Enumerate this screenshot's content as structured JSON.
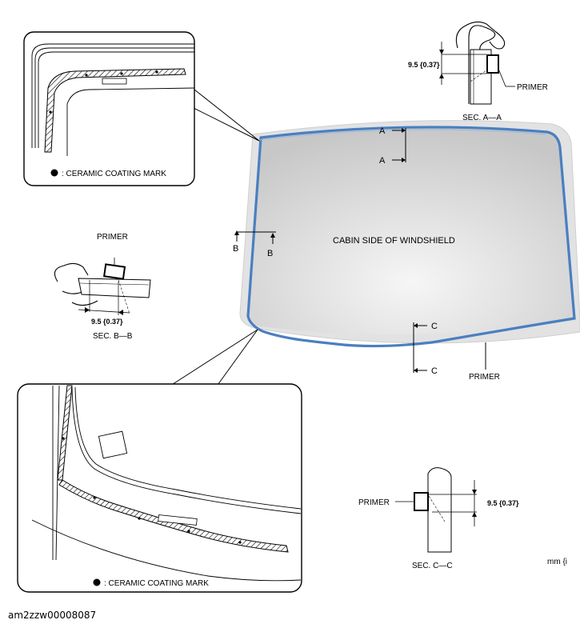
{
  "labels": {
    "cabin_side": "CABIN SIDE OF WINDSHIELD",
    "primer": "PRIMER",
    "sec_a": "SEC. A—A",
    "sec_b": "SEC. B—B",
    "sec_c": "SEC. C—C",
    "dimension": "9.5 {0.37}",
    "ceramic_mark": ": CERAMIC COATING MARK",
    "section_a_letter": "A",
    "section_b_letter": "B",
    "section_c_letter": "C",
    "units": "mm {i"
  },
  "caption": "am2zzw00008087",
  "colors": {
    "primer_line": "#4a7fc0",
    "glass_light": "#f6f6f6",
    "glass_dark": "#c9c9c9",
    "frame_edge": "#dcdcdc"
  }
}
